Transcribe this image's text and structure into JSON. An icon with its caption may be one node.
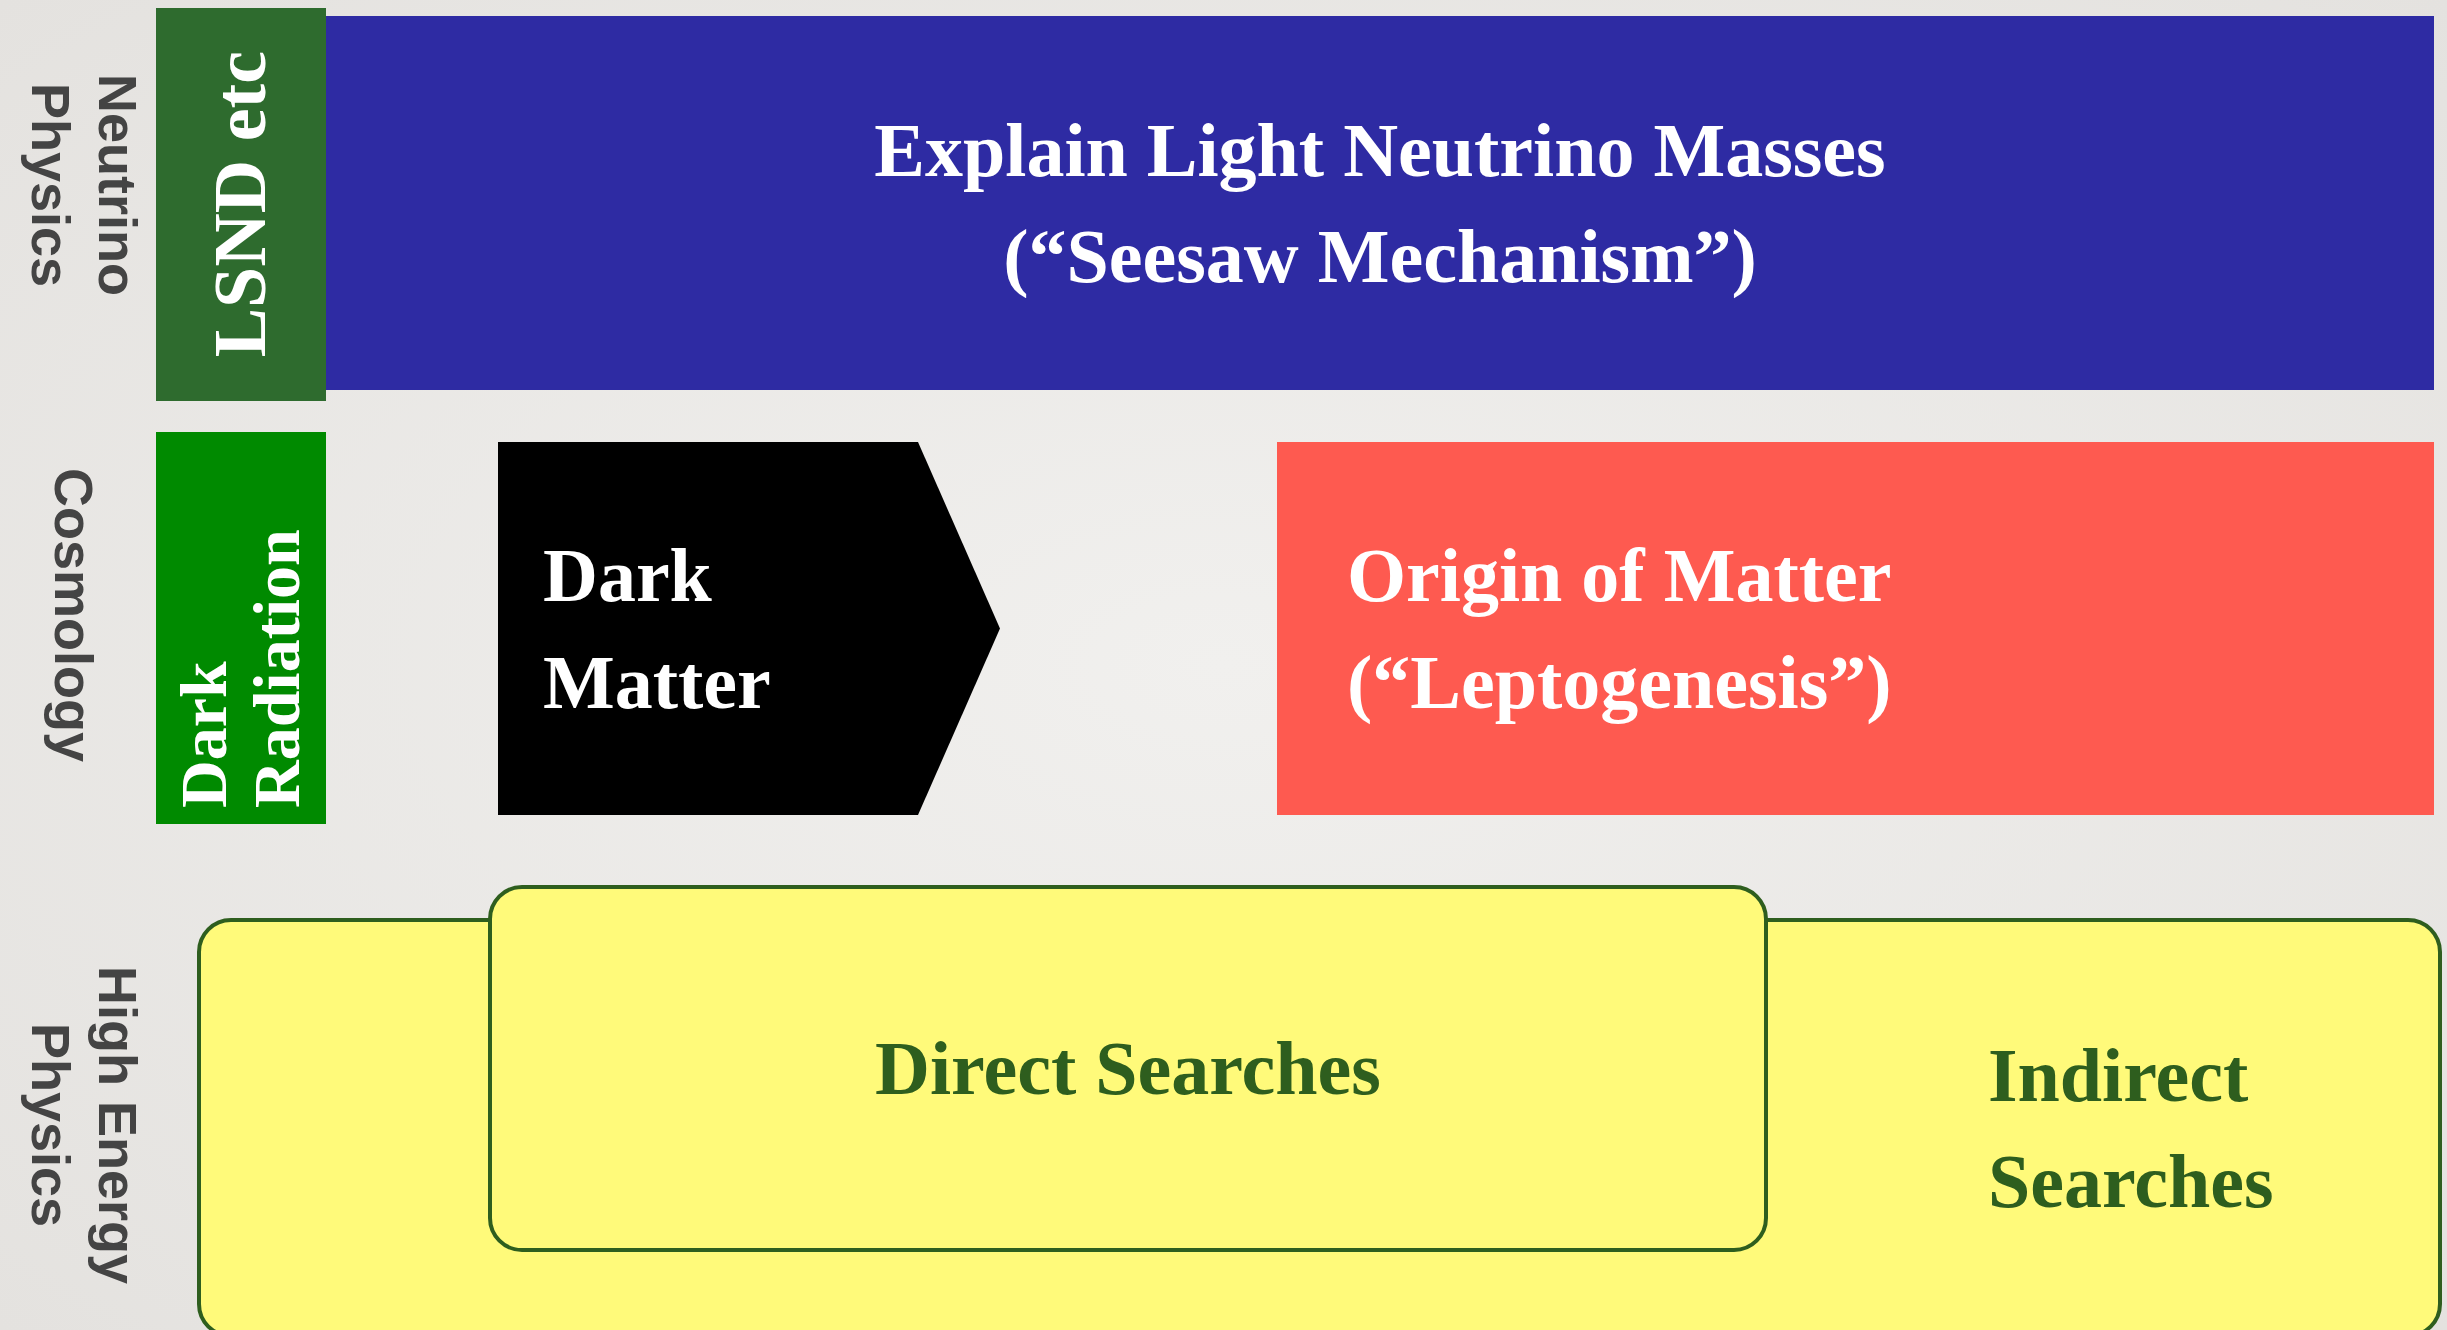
{
  "diagram": {
    "nodes": [
      {
        "text": [
          "LSND etc"
        ]
      },
      {
        "text": [
          "Explain Light Neutrino Masses (“Seesaw Mechanism”)"
        ]
      },
      {
        "text": [
          "Dark Radiation"
        ]
      },
      {
        "text": [
          "Dark Matter"
        ]
      },
      {
        "text": [
          "Origin of Matter (“Leptogenesis”)"
        ]
      },
      {
        "text": [
          "Direct Searches"
        ]
      },
      {
        "text": [
          "Indirect Searches"
        ]
      }
    ],
    "labels": [
      "Neutrino Physics",
      "Cosmology",
      "High Energy Physics"
    ]
  }
}
